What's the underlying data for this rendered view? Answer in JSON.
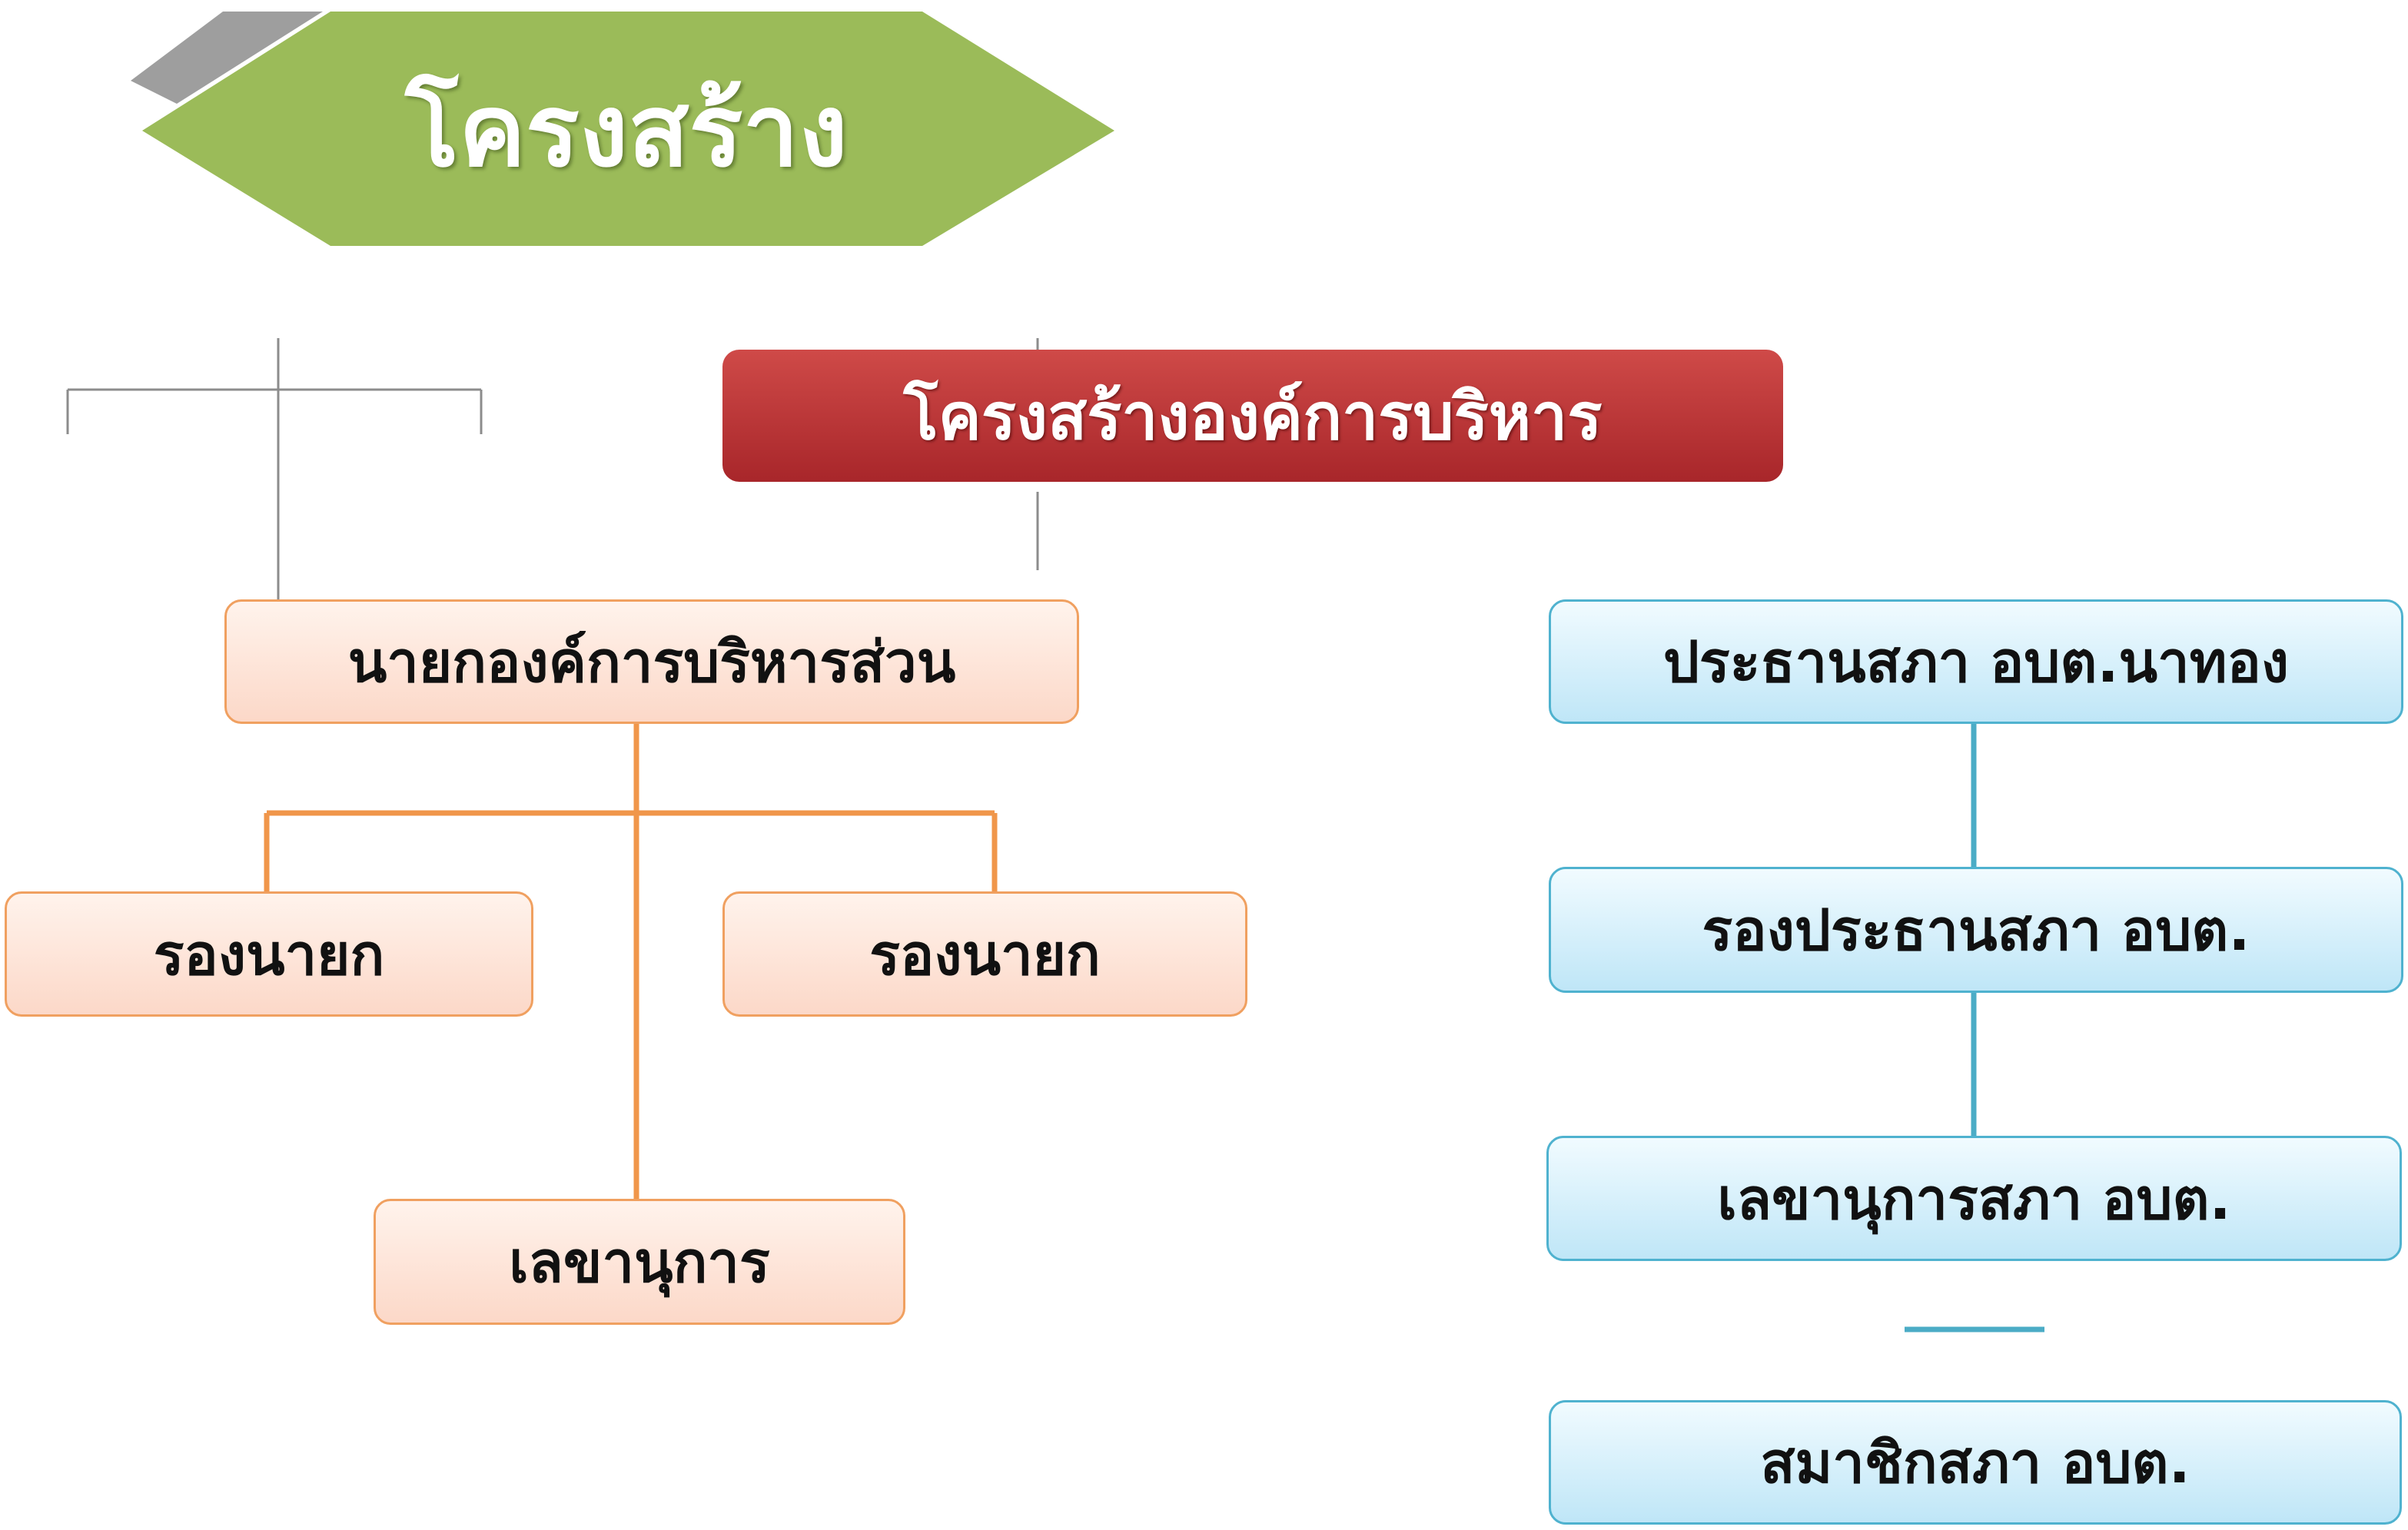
{
  "title": "โครงสร้าง",
  "executive": {
    "header": "โครงสร้างองค์การบริหาร",
    "head": "นายกองค์การบริหารส่วน",
    "deputy_left": "รองนายก",
    "deputy_right": "รองนายก",
    "secretary": "เลขานุการ"
  },
  "council": {
    "chair": "ประธานสภา อบต.นาทอง",
    "vice_chair": "รองประธานสภา อบต.",
    "secretary": "เลขานุการสภา อบต.",
    "members": "สมาชิกสภา อบต."
  },
  "colors": {
    "banner": "#9bbb59",
    "header": "#b83235",
    "executive_line": "#f0964a",
    "council_line": "#4bacc6"
  }
}
